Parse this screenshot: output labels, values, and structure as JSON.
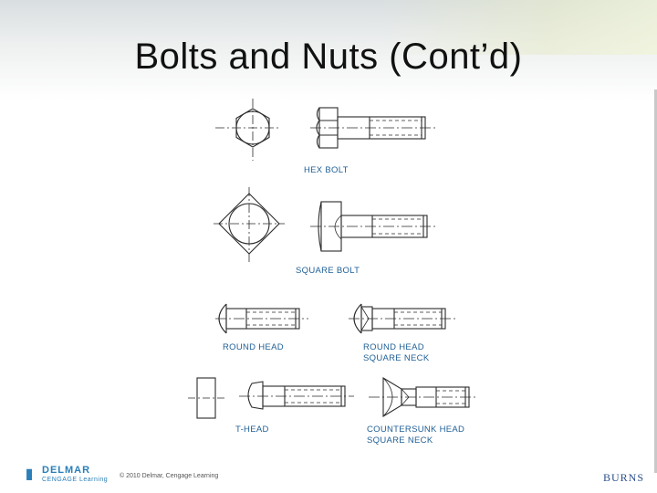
{
  "slide": {
    "title": "Bolts and Nuts (Cont’d)"
  },
  "diagram": {
    "labels": {
      "hex_bolt": "HEX BOLT",
      "square_bolt": "SQUARE BOLT",
      "round_head": "ROUND HEAD",
      "round_head_square_neck_1": "ROUND HEAD",
      "round_head_square_neck_2": "SQUARE NECK",
      "t_head": "T-HEAD",
      "countersunk_1": "COUNTERSUNK HEAD",
      "countersunk_2": "SQUARE NECK"
    },
    "colors": {
      "line": "#2b2b2b",
      "label": "#1f5f96"
    }
  },
  "footer": {
    "logo_name": "DELMAR",
    "logo_sub": "CENGAGE Learning",
    "copyright": "© 2010 Delmar, Cengage Learning",
    "author": "BURNS"
  }
}
